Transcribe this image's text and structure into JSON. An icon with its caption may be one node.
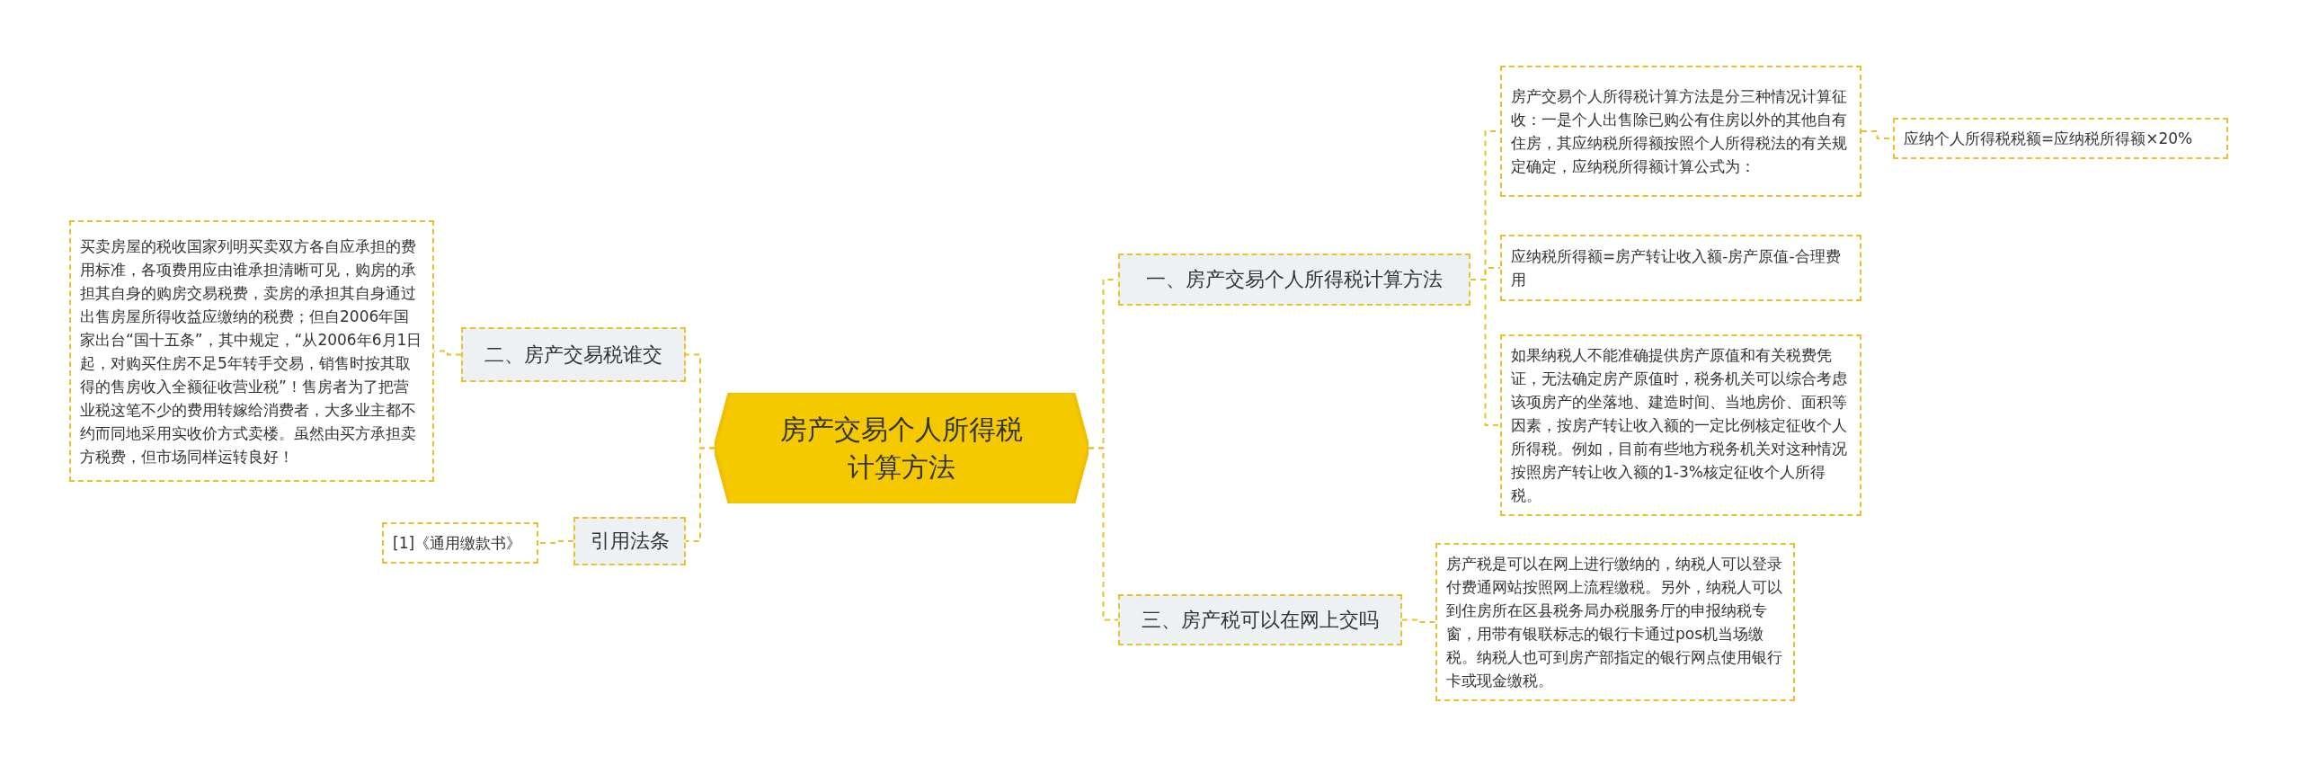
{
  "diagram": {
    "nodes": [
      {
        "text": [
          "房产交易个人所得税计算方法"
        ]
      },
      {
        "text": [
          "一、房产交易个人所得税计算方法"
        ]
      },
      {
        "text": [
          "房产交易个人所得税计算方法是分三种情况计算征收：一是个人出售除已购公有住房以外的其他自有住房，其应纳税所得额按照个人所得税法的有关规定确定，应纳税所得额计算公式为："
        ]
      },
      {
        "text": [
          "应纳个人所得税税额=应纳税所得额×20%"
        ]
      },
      {
        "text": [
          "应纳税所得额=房产转让收入额-房产原值-合理费用"
        ]
      },
      {
        "text": [
          "如果纳税人不能准确提供房产原值和有关税费凭证，无法确定房产原值时，税务机关可以综合考虑该项房产的坐落地、建造时间、当地房价、面积等因素，按房产转让收入额的一定比例核定征收个人所得税。例如，目前有些地方税务机关对这种情况按照房产转让收入额的1-3%核定征收个人所得税。"
        ]
      },
      {
        "text": [
          "三、房产税可以在网上交吗"
        ]
      },
      {
        "text": [
          "房产税是可以在网上进行缴纳的，纳税人可以登录付费通网站按照网上流程缴税。另外，纳税人可以到住房所在区县税务局办税服务厅的申报纳税专窗，用带有银联标志的银行卡通过pos机当场缴税。纳税人也可到房产部指定的银行网点使用银行卡或现金缴税。"
        ]
      },
      {
        "text": [
          "二、房产交易税谁交"
        ]
      },
      {
        "text": [
          "买卖房屋的税收国家列明买卖双方各自应承担的费用标准，各项费用应由谁承担清晰可见，购房的承担其自身的购房交易税费，卖房的承担其自身通过出售房屋所得收益应缴纳的税费；但自2006年国家出台“国十五条”，其中规定，“从2006年6月1日起，对购买住房不足5年转手交易，销售时按其取得的售房收入全额征收营业税”！售房者为了把营业税这笔不少的费用转嫁给消费者，大多业主都不约而同地采用实收价方式卖楼。虽然由买方承担卖方税费，但市场同样运转良好！"
        ]
      },
      {
        "text": [
          "引用法条"
        ]
      },
      {
        "text": [
          "[1]《通用缴款书》"
        ]
      }
    ],
    "edges": [
      {
        "from": 0,
        "to": 1,
        "arrow": "none"
      },
      {
        "from": 1,
        "to": 2,
        "arrow": "none"
      },
      {
        "from": 2,
        "to": 3,
        "arrow": "none"
      },
      {
        "from": 1,
        "to": 4,
        "arrow": "none"
      },
      {
        "from": 1,
        "to": 5,
        "arrow": "none"
      },
      {
        "from": 0,
        "to": 6,
        "arrow": "none"
      },
      {
        "from": 6,
        "to": 7,
        "arrow": "none"
      },
      {
        "from": 0,
        "to": 8,
        "arrow": "none"
      },
      {
        "from": 8,
        "to": 9,
        "arrow": "none"
      },
      {
        "from": 0,
        "to": 10,
        "arrow": "none"
      },
      {
        "from": 10,
        "to": 11,
        "arrow": "none"
      }
    ]
  }
}
